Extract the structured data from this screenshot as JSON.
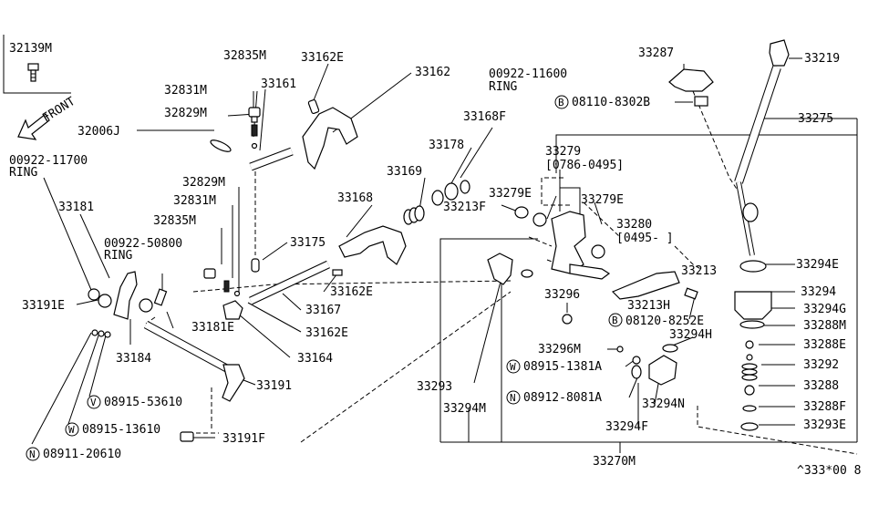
{
  "diagram": {
    "footer_code": "^333*00 8",
    "front_label": "FRONT",
    "labels": {
      "p32139M": "32139M",
      "p32835M_top": "32835M",
      "p33162E_top": "33162E",
      "p33162": "33162",
      "p00922_11600": "00922-11600",
      "p00922_11600_ring": "RING",
      "p33287": "33287",
      "p33219": "33219",
      "p32831M_top": "32831M",
      "p33161": "33161",
      "p08110_8302B": "08110-8302B",
      "p32829M_top": "32829M",
      "p33168F": "33168F",
      "p33275": "33275",
      "p32006J": "32006J",
      "p33178": "33178",
      "p33279": "33279",
      "p33279_range": "[0786-0495]",
      "p00922_11700": "00922-11700",
      "p00922_11700_ring": "RING",
      "p33169": "33169",
      "p32829M_mid": "32829M",
      "p33279E_left": "33279E",
      "p33168": "33168",
      "p33279E_right": "33279E",
      "p32831M_mid": "32831M",
      "p33213F": "33213F",
      "p33181": "33181",
      "p33280": "33280",
      "p33280_range": "[0495-    ]",
      "p32835M_mid": "32835M",
      "p33175": "33175",
      "p00922_50800": "00922-50800",
      "p00922_50800_ring": "RING",
      "p33294E": "33294E",
      "p33213": "33213",
      "p33162E_mid": "33162E",
      "p33294": "33294",
      "p33191E": "33191E",
      "p33296": "33296",
      "p33167": "33167",
      "p33294G": "33294G",
      "p33213H": "33213H",
      "p08120_8252E": "08120-8252E",
      "p33181E": "33181E",
      "p33162E_low": "33162E",
      "p33288M": "33288M",
      "p33294H": "33294H",
      "p33288E": "33288E",
      "p33296M": "33296M",
      "p33184": "33184",
      "p33164": "33164",
      "p33292": "33292",
      "p08915_1381A": "08915-1381A",
      "p33293": "33293",
      "p33191": "33191",
      "p33288": "33288",
      "p08912_8081A": "08912-8081A",
      "p08915_53610": "08915-53610",
      "p33294M": "33294M",
      "p33294N": "33294N",
      "p33288F": "33288F",
      "p33293E": "33293E",
      "p08915_13610": "08915-13610",
      "p33294F": "33294F",
      "p33191F": "33191F",
      "p08911_20610": "08911-20610",
      "p33270M": "33270M"
    },
    "callouts": {
      "b_08110": "B",
      "b_08120": "B",
      "w_1381A": "W",
      "n_8081A": "N",
      "v_53610": "V",
      "w_13610": "W",
      "n_20610": "N"
    }
  }
}
